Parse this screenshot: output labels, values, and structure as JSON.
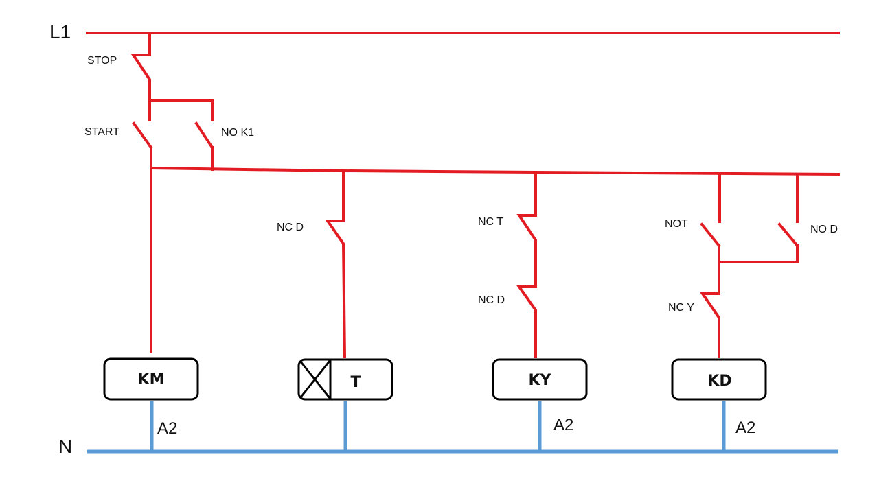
{
  "rails": {
    "top": "L1",
    "bottom": "N"
  },
  "contacts": {
    "stop": "STOP",
    "start": "START",
    "no_k1": "NO K1",
    "nc_d_timer": "NC D",
    "nc_t": "NC T",
    "nc_d_ky": "NC D",
    "not": "NOT",
    "no_d": "NO D",
    "nc_y": "NC Y"
  },
  "coils": {
    "km": "KM",
    "t": "T",
    "ky": "KY",
    "kd": "KD"
  },
  "terminals": {
    "a2_km": "A2",
    "a2_ky": "A2",
    "a2_kd": "A2"
  },
  "colors": {
    "line_phase": "#e31b23",
    "line_neutral": "#5b9bd5",
    "coil_outline": "#000000"
  }
}
